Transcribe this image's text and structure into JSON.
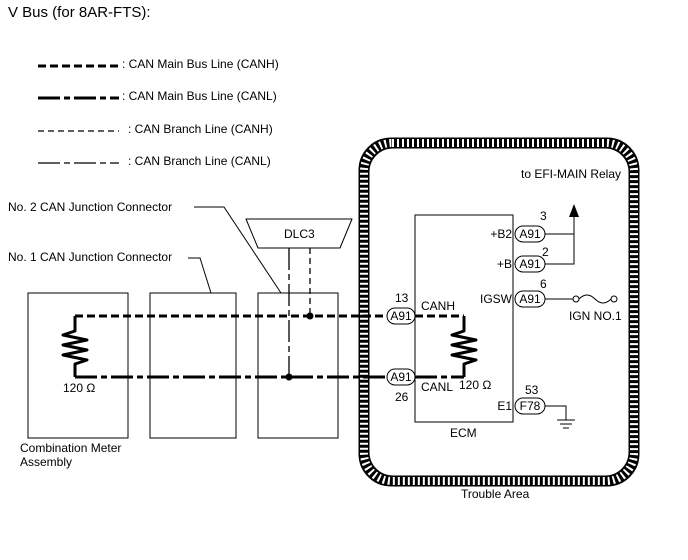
{
  "title": "V Bus (for 8AR-FTS):",
  "legend": [
    {
      "key": "main-canh",
      "label": ": CAN Main Bus Line (CANH)"
    },
    {
      "key": "main-canl",
      "label": ": CAN Main Bus Line (CANL)"
    },
    {
      "key": "branch-canh",
      "label": ": CAN Branch Line (CANH)"
    },
    {
      "key": "branch-canl",
      "label": ": CAN Branch Line (CANL)"
    }
  ],
  "labels": {
    "junction2": "No. 2 CAN Junction Connector",
    "junction1": "No. 1 CAN Junction Connector",
    "dlc3": "DLC3",
    "meter_line1": "Combination Meter",
    "meter_line2": "Assembly",
    "resistor_meter": "120 Ω",
    "resistor_ecm": "120 Ω",
    "ecm": "ECM",
    "trouble_area": "Trouble Area",
    "efi_relay": "to EFI-MAIN Relay",
    "ign": "IGN NO.1"
  },
  "ecm_pins": [
    {
      "key": "canh",
      "number": "13",
      "name": "CANH",
      "connector": "A91"
    },
    {
      "key": "canl",
      "number": "26",
      "name": "CANL",
      "connector": "A91"
    },
    {
      "key": "b2",
      "number": "3",
      "name": "+B2",
      "connector": "A91"
    },
    {
      "key": "b",
      "number": "2",
      "name": "+B",
      "connector": "A91"
    },
    {
      "key": "igsw",
      "number": "6",
      "name": "IGSW",
      "connector": "A91"
    },
    {
      "key": "e1",
      "number": "53",
      "name": "E1",
      "connector": "F78"
    }
  ]
}
